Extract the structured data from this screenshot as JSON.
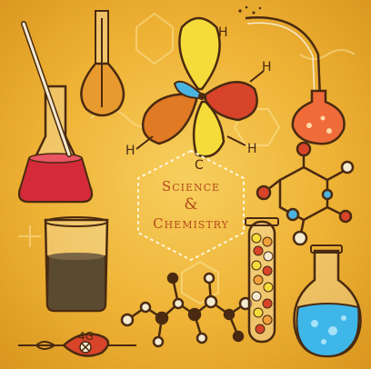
{
  "caption": {
    "line1": "Science",
    "line2": "&",
    "line3": "Chemistry"
  },
  "labels": {
    "sigma_4g": "4G",
    "atom_h1": "H",
    "atom_h2": "H",
    "atom_h3": "H",
    "atom_h4": "H",
    "atom_c": "C"
  },
  "colors": {
    "background": "#eeb235",
    "ink": "#4a2a10",
    "flask_red": "#d42a3a",
    "orbital_yellow": "#f5dc3a",
    "orbital_orange": "#e07a24",
    "orbital_red": "#d8442a",
    "orbital_blue": "#4ab4e0",
    "liquid_dark": "#5a4a30",
    "liquid_blue": "#3fb6e8",
    "caption": "#b54a1c"
  }
}
